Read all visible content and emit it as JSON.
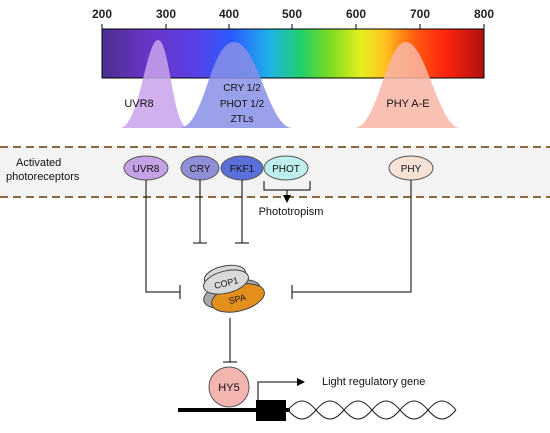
{
  "spectrum": {
    "ticks": [
      "200",
      "300",
      "400",
      "500",
      "600",
      "700",
      "800"
    ],
    "peaks": {
      "uvr8": "UVR8",
      "cry_phot_line1": "CRY 1/2",
      "cry_phot_line2": "PHOT 1/2",
      "cry_phot_line3": "ZTLs",
      "phy": "PHY A-E"
    }
  },
  "band": {
    "label_line1": "Activated",
    "label_line2": "photoreceptors"
  },
  "receptors": {
    "uvr8": "UVR8",
    "cry": "CRY",
    "fkf1": "FKF1",
    "phot": "PHOT",
    "phy": "PHY"
  },
  "phototropism": "Phototropism",
  "complex": {
    "cop1": "COP1",
    "spa": "SPA"
  },
  "hy5": "HY5",
  "gene_label": "Light regulatory gene",
  "colors": {
    "uvr8_fill": "#c5a2e6",
    "cry_fill": "#8f8fd6",
    "fkf1_fill": "#5a6fd8",
    "phot_fill": "#bfeeee",
    "phy_fill": "#f7e2d8",
    "hy5_fill": "#f2b5b0",
    "cop1_fill": "#d9d9d9",
    "spa_fill": "#e38f1c",
    "band_fill": "#f3f3f3",
    "dash_color": "#8b6a3f"
  }
}
